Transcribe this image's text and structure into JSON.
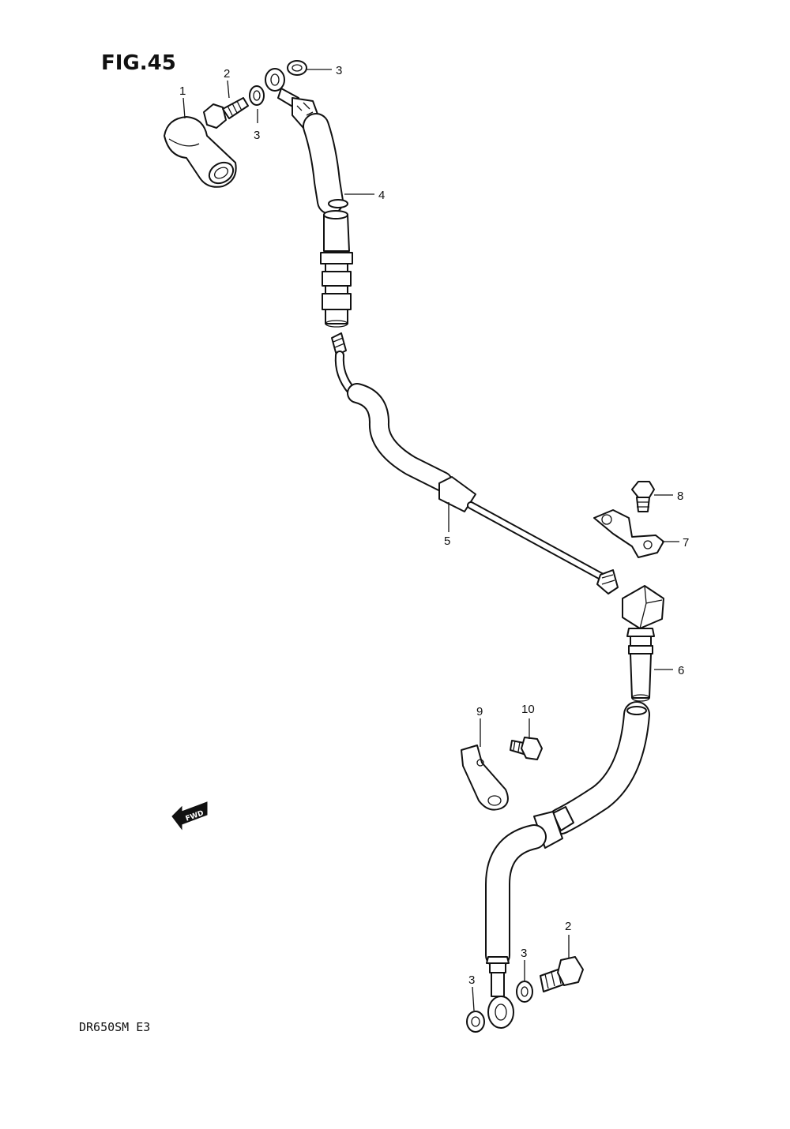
{
  "figure": {
    "title": "FIG.45",
    "model": "DR650SM  E3"
  },
  "callouts": [
    {
      "id": "c1",
      "label": "1"
    },
    {
      "id": "c2a",
      "label": "2"
    },
    {
      "id": "c3a",
      "label": "3"
    },
    {
      "id": "c3b",
      "label": "3"
    },
    {
      "id": "c4",
      "label": "4"
    },
    {
      "id": "c5",
      "label": "5"
    },
    {
      "id": "c6",
      "label": "6"
    },
    {
      "id": "c7",
      "label": "7"
    },
    {
      "id": "c8",
      "label": "8"
    },
    {
      "id": "c9",
      "label": "9"
    },
    {
      "id": "c10",
      "label": "10"
    },
    {
      "id": "c2b",
      "label": "2"
    },
    {
      "id": "c3c",
      "label": "3"
    },
    {
      "id": "c3d",
      "label": "3"
    }
  ],
  "fwd_badge": "FWD"
}
